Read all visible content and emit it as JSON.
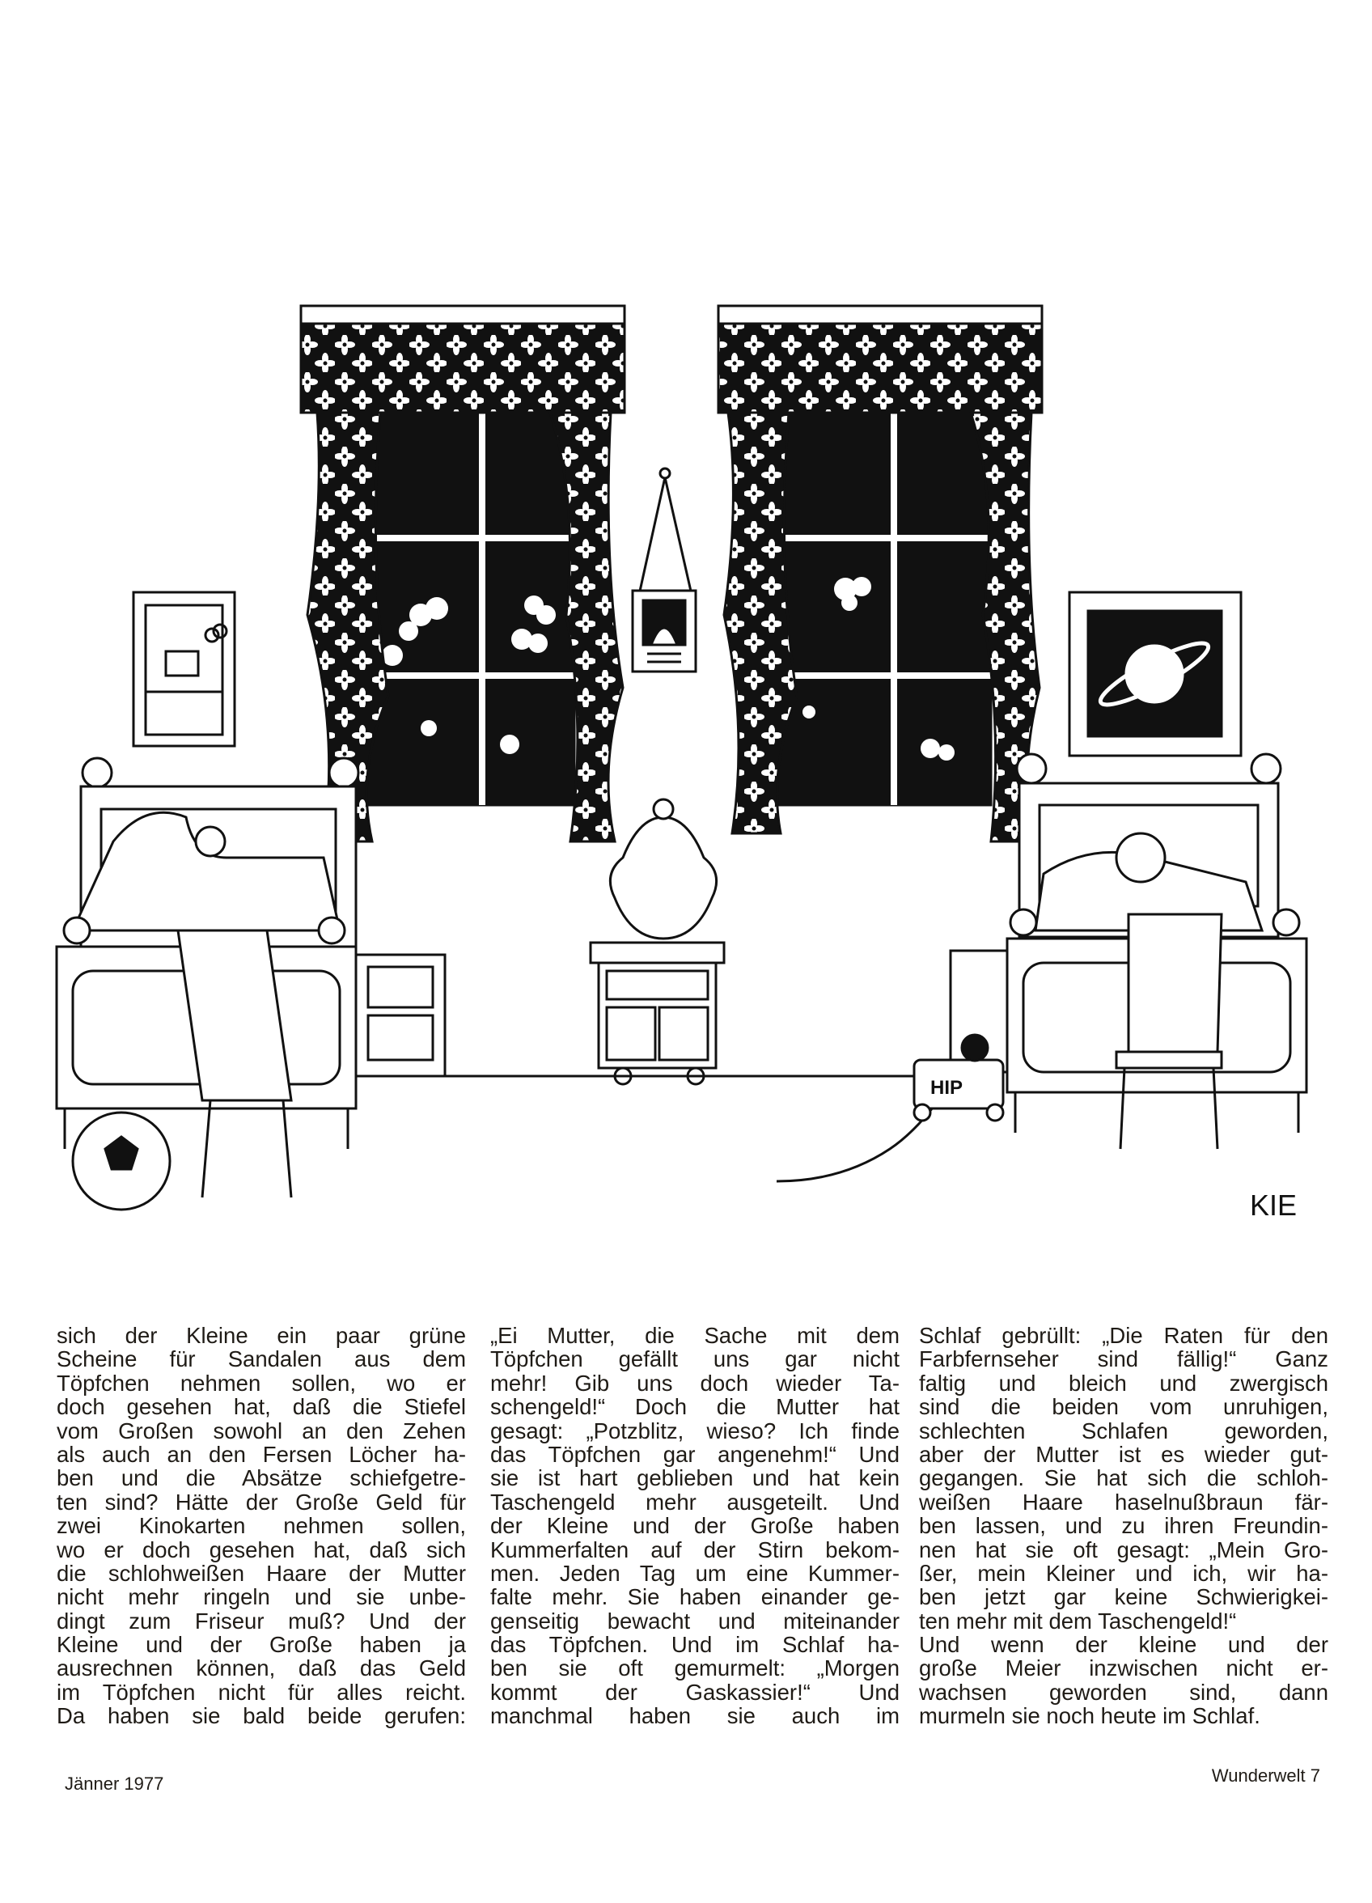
{
  "illustration": {
    "signature": "KIE",
    "toy_car_label": "HIP"
  },
  "columns": [
    {
      "paragraphs": [
        [
          "sich der Kleine ein paar grüne",
          "Scheine für Sandalen aus dem",
          "Töpfchen nehmen sollen, wo er",
          "doch gesehen hat, daß die Stiefel",
          "vom Großen sowohl an den Zehen",
          "als auch an den Fersen Löcher ha-",
          "ben und die Absätze schiefgetre-",
          "ten sind? Hätte der Große Geld für",
          "zwei Kinokarten nehmen sollen,",
          "wo er doch gesehen hat, daß sich",
          "die schlohweißen Haare der Mutter",
          "nicht mehr ringeln und sie unbe-",
          "dingt zum Friseur muß? Und der",
          "Kleine und der Große haben ja",
          "ausrechnen können, daß das Geld",
          "im Töpfchen nicht für alles reicht.",
          "Da haben sie bald beide gerufen:"
        ]
      ],
      "continues": true
    },
    {
      "paragraphs": [
        [
          "„Ei Mutter, die Sache mit dem",
          "Töpfchen gefällt uns gar nicht",
          "mehr! Gib uns doch wieder Ta-",
          "schengeld!“ Doch die Mutter hat",
          "gesagt: „Potzblitz, wieso? Ich finde",
          "das Töpfchen gar angenehm!“ Und",
          "sie ist hart geblieben und hat kein",
          "Taschengeld mehr ausgeteilt. Und",
          "der Kleine und der Große haben",
          "Kummerfalten auf der Stirn bekom-",
          "men. Jeden Tag um eine Kummer-",
          "falte mehr. Sie haben einander ge-",
          "genseitig bewacht und miteinander",
          "das Töpfchen. Und im Schlaf ha-",
          "ben sie oft gemurmelt: „Morgen",
          "kommt der Gaskassier!“ Und",
          "manchmal haben sie auch im"
        ]
      ],
      "continues": true
    },
    {
      "paragraphs": [
        [
          "Schlaf gebrüllt: „Die Raten für den",
          "Farbfernseher sind fällig!“ Ganz",
          "faltig und bleich und zwergisch",
          "sind die beiden vom unruhigen,",
          "schlechten Schlafen geworden,",
          "aber der Mutter ist es wieder gut-",
          "gegangen. Sie hat sich die schloh-",
          "weißen Haare haselnußbraun fär-",
          "ben lassen, und zu ihren Freundin-",
          "nen hat sie oft gesagt: „Mein Gro-",
          "ßer, mein Kleiner und ich, wir ha-",
          "ben jetzt gar keine Schwierigkei-",
          "ten mehr mit dem Taschengeld!“"
        ],
        [
          "Und wenn der kleine und der",
          "große Meier inzwischen nicht er-",
          "wachsen geworden sind, dann",
          "murmeln sie noch heute im Schlaf."
        ]
      ],
      "continues": false
    }
  ],
  "footer": {
    "left": "Jänner 1977",
    "right": "Wunderwelt 7"
  }
}
